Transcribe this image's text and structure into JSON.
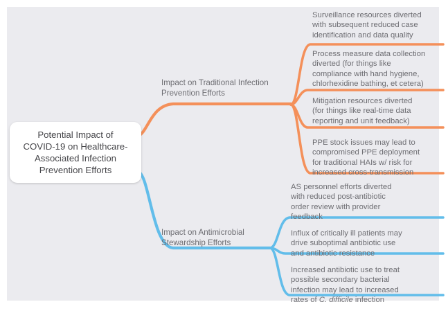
{
  "diagram": {
    "type": "mind-map",
    "colors": {
      "canvas": "#ebebef",
      "page": "#ffffff",
      "branch_orange": "#f4905a",
      "branch_blue": "#62bdea",
      "root_fill": "#ffffff",
      "root_text": "#46464a",
      "node_text": "#6d6d72"
    },
    "root": {
      "label": "Potential Impact of COVID-19 on Healthcare-Associated Infection Prevention Efforts",
      "lines": "Potential Impact of\nCOVID-19 on Healthcare-\nAssociated Infection\nPrevention Efforts"
    },
    "branches": [
      {
        "id": "traditional-infection-prevention",
        "color": "#f4905a",
        "label": "Impact on Traditional Infection Prevention Efforts",
        "label_lines": "Impact on Traditional Infection\nPrevention Efforts",
        "children": [
          {
            "id": "surveillance-resources",
            "text": "Surveillance resources diverted with subsequent reduced case identification and data quality",
            "lines": "Surveillance resources diverted\nwith subsequent reduced case\nidentification and data quality"
          },
          {
            "id": "process-measure-data",
            "text": "Process measure data collection diverted (for things like compliance with hand hygiene, chlorhexidine bathing, et cetera)",
            "lines": "Process measure data collection\ndiverted (for things like\ncompliance with hand hygiene,\nchlorhexidine bathing, et cetera)"
          },
          {
            "id": "mitigation-resources",
            "text": "Mitigation resources diverted (for things like real-time data reporting and unit feedback)",
            "lines": "Mitigation resources diverted\n(for things like real-time data\nreporting and unit feedback)"
          },
          {
            "id": "ppe-stock-issues",
            "text": "PPE stock issues may lead to compromised PPE deployment for traditional HAIs w/ risk for increased cross-transmission",
            "lines": "PPE stock issues may lead to\ncompromised PPE deployment\nfor traditional HAIs w/ risk for\nincreased cross-transmission"
          }
        ]
      },
      {
        "id": "antimicrobial-stewardship",
        "color": "#62bdea",
        "label": "Impact on Antimicrobial Stewardship Efforts",
        "label_lines": "Impact on Antimicrobial\nStewardship Efforts",
        "children": [
          {
            "id": "as-personnel-efforts",
            "text": "AS personnel efforts diverted with reduced post-antibiotic order review with provider feedback",
            "lines": "AS personnel efforts diverted\nwith reduced post-antibiotic\norder review with provider\nfeedback"
          },
          {
            "id": "influx-critically-ill",
            "text": "Influx of critically ill patients may drive suboptimal antibiotic use and antibiotic resistance",
            "lines": "Influx of critically ill patients may\ndrive suboptimal antibiotic use\nand antibiotic resistance"
          },
          {
            "id": "increased-antibiotic-use",
            "text": "Increased antibiotic use to treat possible secondary bacterial infection may lead to increased rates of C. difficile infection",
            "lines_pre": "Increased antibiotic use to treat\npossible secondary bacterial\ninfection may lead to increased\nrates of ",
            "italic": "C. difficile",
            "lines_post": " infection"
          }
        ]
      }
    ]
  }
}
